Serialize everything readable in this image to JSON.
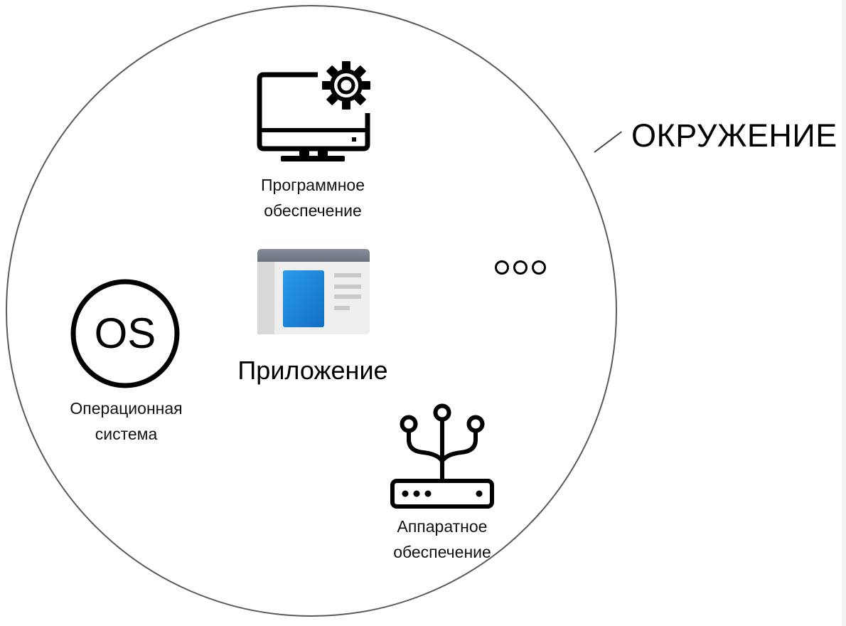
{
  "environment": {
    "label": "ОКРУЖЕНИЕ"
  },
  "software": {
    "label_line1": "Программное",
    "label_line2": "обеспечение",
    "icon": "monitor-gear-icon"
  },
  "application": {
    "label": "Приложение",
    "icon": "app-window-icon"
  },
  "os": {
    "icon_text": "OS",
    "label_line1": "Операционная",
    "label_line2": "система",
    "icon": "os-circle-icon"
  },
  "hardware": {
    "label_line1": "Аппаратное",
    "label_line2": "обеспечение",
    "icon": "router-antenna-icon"
  },
  "more": {
    "icon": "more-ellipsis-icon"
  },
  "colors": {
    "line": "#000000",
    "circle": "#5a5a5a",
    "app_blue": "#1f86d4",
    "app_frame": "#e3e3e3"
  }
}
